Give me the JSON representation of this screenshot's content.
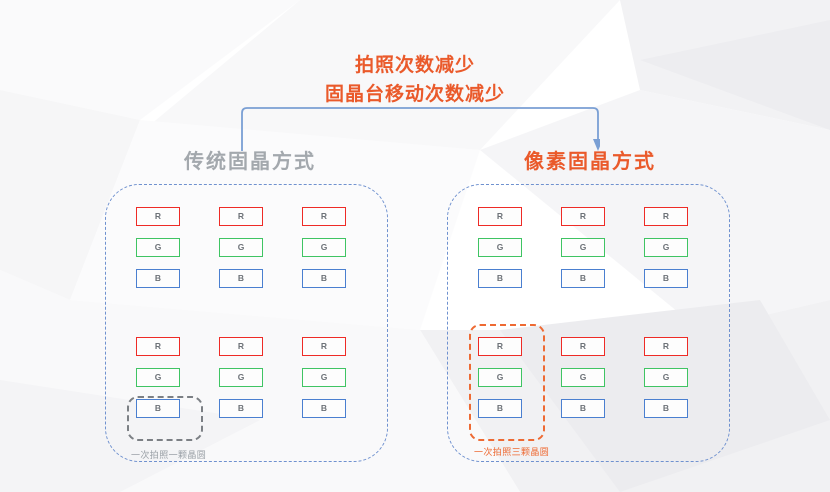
{
  "headline": {
    "line1": "拍照次数减少",
    "line2": "固晶台移动次数减少",
    "color": "#ea5a2b"
  },
  "connector": {
    "name": "bracket-arrow",
    "color": "#7a9fd4",
    "direction": "down-right"
  },
  "panels": [
    {
      "id": "traditional",
      "title": "传统固晶方式",
      "title_color": "#a3a8ad",
      "border_color": "#6f91cf",
      "caption": "一次拍照一颗晶圆",
      "caption_color": "#9aa0a6",
      "highlight": {
        "color": "#7b7f84",
        "style": "dashed",
        "covers": "single-cell",
        "cells": [
          "B"
        ]
      },
      "groups": [
        {
          "columns": [
            {
              "cells": [
                "R",
                "G",
                "B"
              ]
            },
            {
              "cells": [
                "R",
                "G",
                "B"
              ]
            },
            {
              "cells": [
                "R",
                "G",
                "B"
              ]
            }
          ]
        },
        {
          "columns": [
            {
              "cells": [
                "R",
                "G",
                "B"
              ]
            },
            {
              "cells": [
                "R",
                "G",
                "B"
              ]
            },
            {
              "cells": [
                "R",
                "G",
                "B"
              ]
            }
          ]
        }
      ]
    },
    {
      "id": "pixel",
      "title": "像素固晶方式",
      "title_color": "#ea5a2b",
      "border_color": "#6f91cf",
      "caption": "一次拍照三颗晶圆",
      "caption_color": "#ee6a33",
      "highlight": {
        "color": "#ee6a33",
        "style": "dashed",
        "covers": "full-column",
        "cells": [
          "R",
          "G",
          "B"
        ]
      },
      "groups": [
        {
          "columns": [
            {
              "cells": [
                "R",
                "G",
                "B"
              ]
            },
            {
              "cells": [
                "R",
                "G",
                "B"
              ]
            },
            {
              "cells": [
                "R",
                "G",
                "B"
              ]
            }
          ]
        },
        {
          "columns": [
            {
              "cells": [
                "R",
                "G",
                "B"
              ]
            },
            {
              "cells": [
                "R",
                "G",
                "B"
              ]
            },
            {
              "cells": [
                "R",
                "G",
                "B"
              ]
            }
          ]
        }
      ]
    }
  ],
  "cell_colors": {
    "R": "#ee2b26",
    "G": "#3fc463",
    "B": "#4a7fd0",
    "label": "#6d7278",
    "fill": "#fdfdfd"
  },
  "background": {
    "base": "#ffffff",
    "facet_light": "#f7f7f8",
    "facet_mid": "#f0f0f2",
    "facet_dark": "#e9e9ec"
  }
}
